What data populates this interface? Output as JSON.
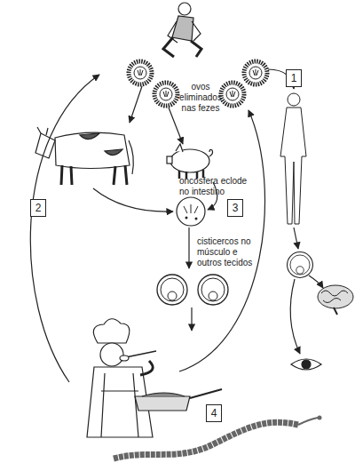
{
  "diagram": {
    "nodes": [
      {
        "text": [
          "1"
        ]
      },
      {
        "text": [
          "2"
        ]
      },
      {
        "text": [
          "3"
        ]
      },
      {
        "text": [
          "4"
        ]
      }
    ],
    "labels": [
      "ovos eliminados nas fezes",
      "oncosfera eclode no intestino",
      "cisticercos no músculo e outros tecidos"
    ]
  }
}
